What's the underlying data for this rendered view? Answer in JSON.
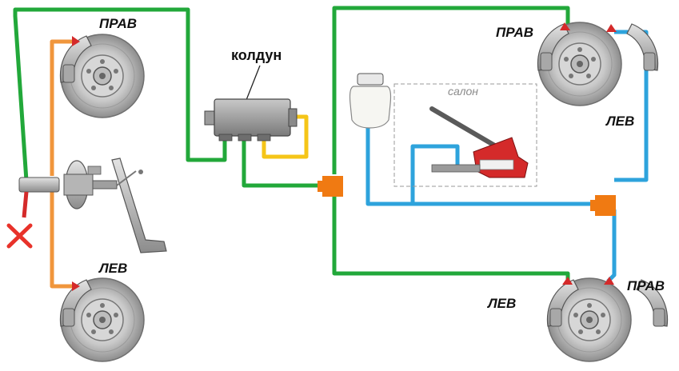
{
  "labels": {
    "front_right": "ПРАВ",
    "front_left": "ЛЕВ",
    "regulator": "колдун",
    "cabin": "салон",
    "rear_top_right": "ПРАВ",
    "rear_top_left": "ЛЕВ",
    "rear_bottom_left": "ЛЕВ",
    "rear_bottom_right": "ПРАВ"
  },
  "colors": {
    "green_line": "#22a83a",
    "orange_line": "#f0963c",
    "blue_line": "#2ea3dc",
    "yellow_line": "#f5c518",
    "tee_orange": "#f07a12",
    "cross_red": "#e8322a",
    "caliper_red": "#d42a2a"
  },
  "icons": {
    "disabled_marker": "red-x-icon"
  }
}
